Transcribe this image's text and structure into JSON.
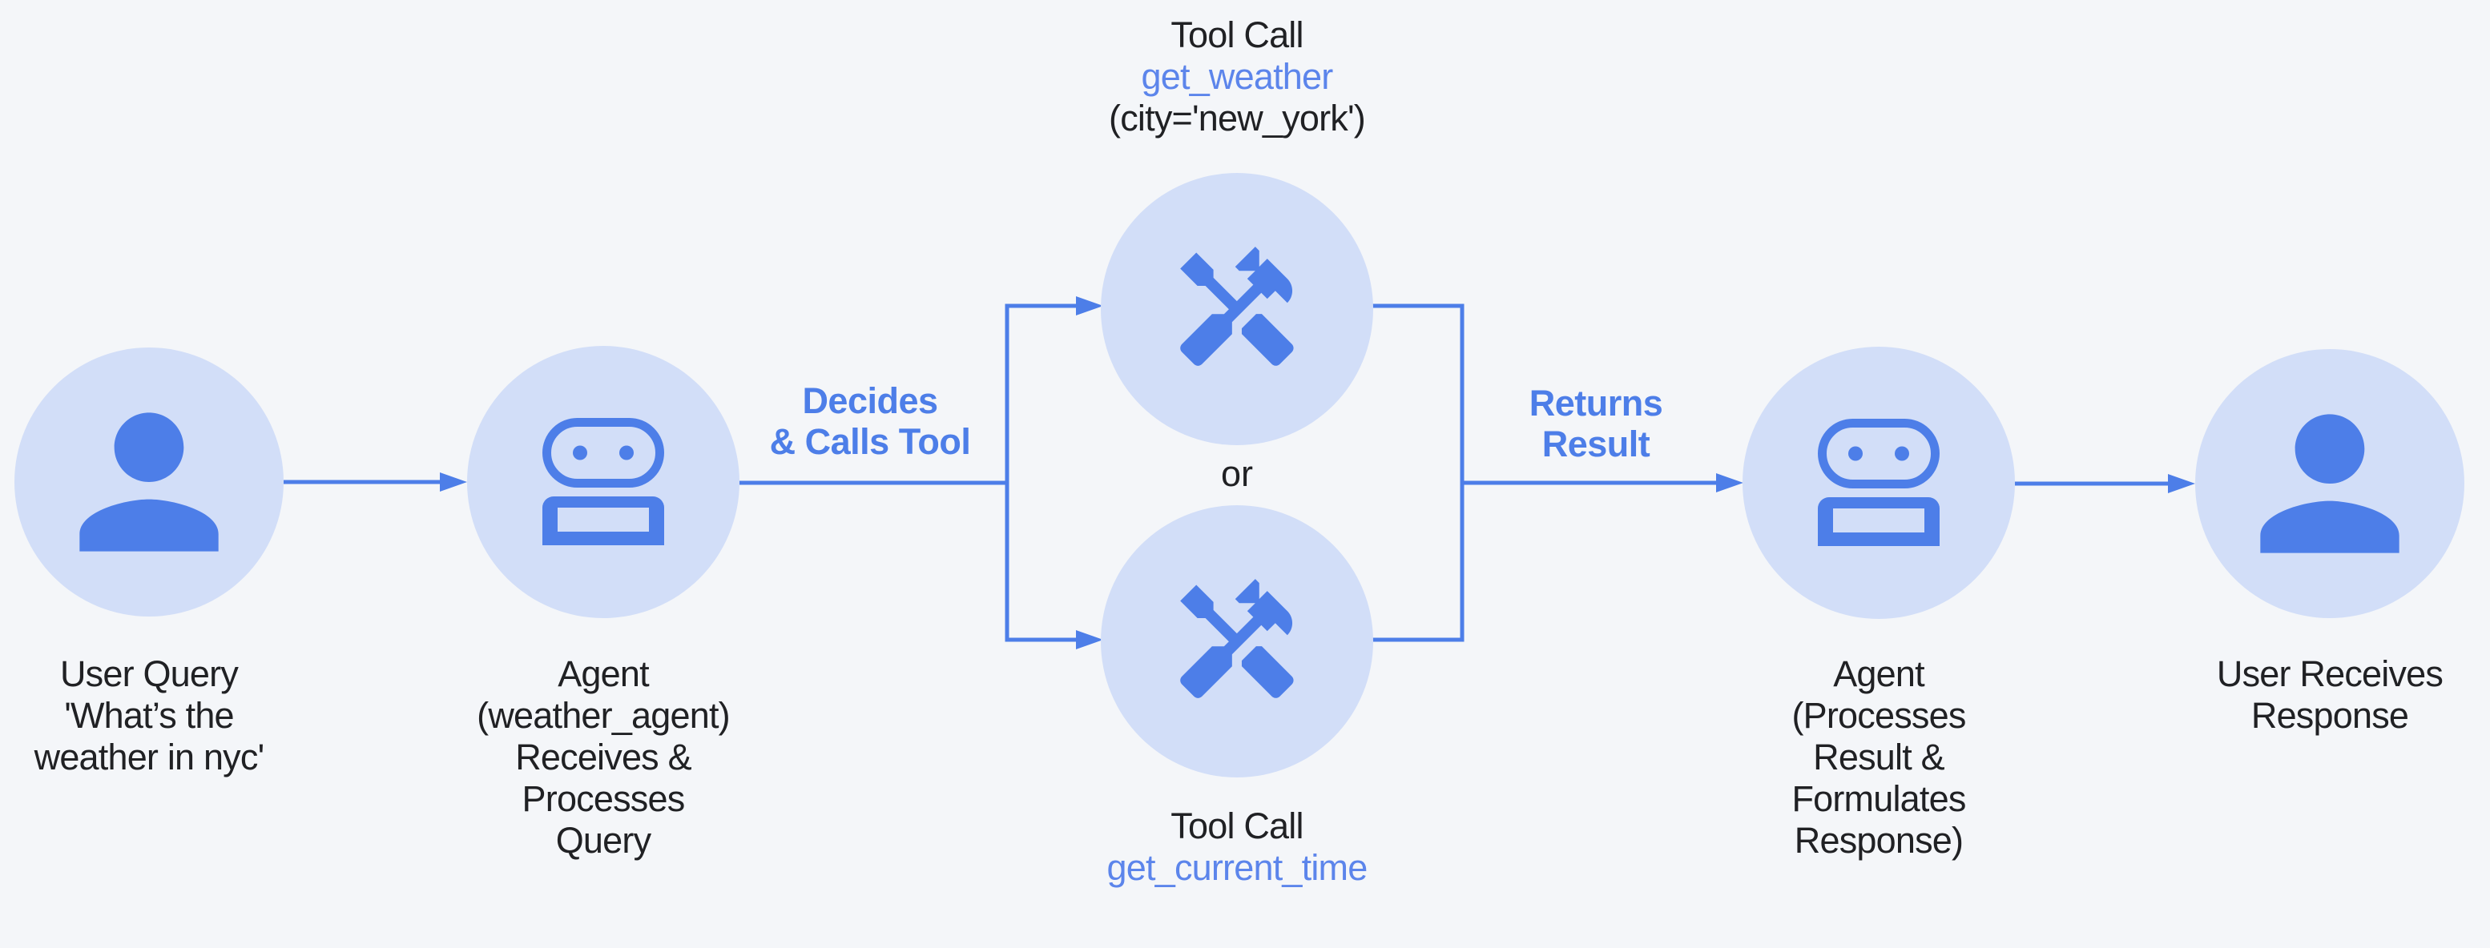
{
  "colors": {
    "bg": "#f4f6f9",
    "accent": "#4d7ee8",
    "circle_fill": "#d2def8",
    "dark": "#202124",
    "func": "#5c85eb"
  },
  "nodes": [
    {
      "name": "user-query",
      "icon": "person-icon",
      "lines": [
        "User Query",
        "'What’s the",
        "weather in nyc'"
      ]
    },
    {
      "name": "agent-weather",
      "icon": "robot-icon",
      "lines": [
        "Agent",
        "(weather_agent)",
        "Receives &",
        "Processes",
        "Query"
      ]
    },
    {
      "name": "tool-get-weather",
      "icon": "tools-icon",
      "lines": [
        "Tool Call",
        "get_weather",
        "(city='new_york')"
      ]
    },
    {
      "name": "tool-get-current-time",
      "icon": "tools-icon",
      "lines": [
        "Tool Call",
        "get_current_time"
      ]
    },
    {
      "name": "agent-processes",
      "icon": "robot-icon",
      "lines": [
        "Agent",
        "(Processes",
        "Result &",
        "Formulates",
        "Response)"
      ]
    },
    {
      "name": "user-receives",
      "icon": "person-icon",
      "lines": [
        "User Receives",
        "Response"
      ]
    }
  ],
  "edge_labels": {
    "decides": {
      "lines": [
        "Decides",
        "& Calls Tool"
      ]
    },
    "returns": {
      "lines": [
        "Returns",
        "Result"
      ]
    },
    "or": "or"
  }
}
